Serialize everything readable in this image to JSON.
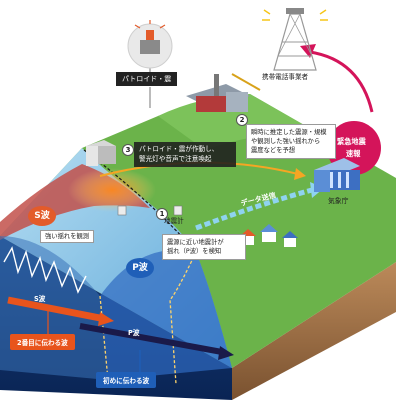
{
  "labels": {
    "patroid": "パトロイド・震",
    "carrier": "携帯電話事業者",
    "emergency_line1": "緊急地震",
    "emergency_line2": "速報",
    "agency": "気象庁",
    "data_send": "データ送信",
    "seismometer": "地震計",
    "s_wave": "S波",
    "p_wave": "P波",
    "s_wave_small": "S波",
    "p_wave_small": "P波",
    "strong_shake": "強い揺れを観測",
    "second_wave": "2番目に伝わる波",
    "first_wave": "初めに伝わる波"
  },
  "steps": [
    {
      "number": "1",
      "lines": [
        "震源に近い地震計が",
        "揺れ（P波）を検知"
      ]
    },
    {
      "number": "2",
      "lines": [
        "瞬時に推定した震源・規模",
        "や観測した強い揺れから",
        "震度などを予想"
      ]
    },
    {
      "number": "3",
      "lines": [
        "パトロイド・震が作動し、",
        "警光灯や音声で注意喚起"
      ]
    }
  ],
  "colors": {
    "emergency": "#d4145a",
    "s_wave": "#e8541c",
    "p_wave": "#1f5fb8",
    "ground": "#6bb34a",
    "data_arrow": "#8fd3f0"
  },
  "icons": [
    "radio-tower-icon",
    "patroid-device-icon",
    "building-icon",
    "seismometer-icon",
    "house-icon"
  ]
}
